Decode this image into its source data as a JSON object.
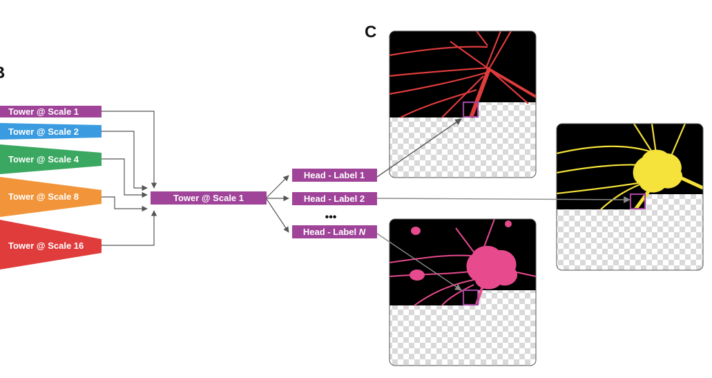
{
  "panel_labels": {
    "b": "B",
    "c": "C"
  },
  "towers": [
    {
      "label": "Tower @ Scale 1",
      "color": "#a0449a"
    },
    {
      "label": "Tower @ Scale 2",
      "color": "#3a9be0"
    },
    {
      "label": "Tower @ Scale 4",
      "color": "#3aa860"
    },
    {
      "label": "Tower @ Scale 8",
      "color": "#f2953a"
    },
    {
      "label": "Tower @ Scale 16",
      "color": "#e03c3c"
    }
  ],
  "merged_tower": {
    "label": "Tower @ Scale 1",
    "color": "#a0449a"
  },
  "heads": [
    {
      "label": "Head - Label 1",
      "suffix": ""
    },
    {
      "label": "Head - Label 2",
      "suffix": ""
    },
    {
      "label": "Head - Label ",
      "suffix": "N"
    }
  ],
  "ellipsis": "•••",
  "colors": {
    "head": "#a0449a",
    "arrow": "#555555",
    "output_red": "#e03c3c",
    "output_yellow": "#f5e23a",
    "output_pink": "#e84a8e",
    "highlight": "#a0449a"
  }
}
